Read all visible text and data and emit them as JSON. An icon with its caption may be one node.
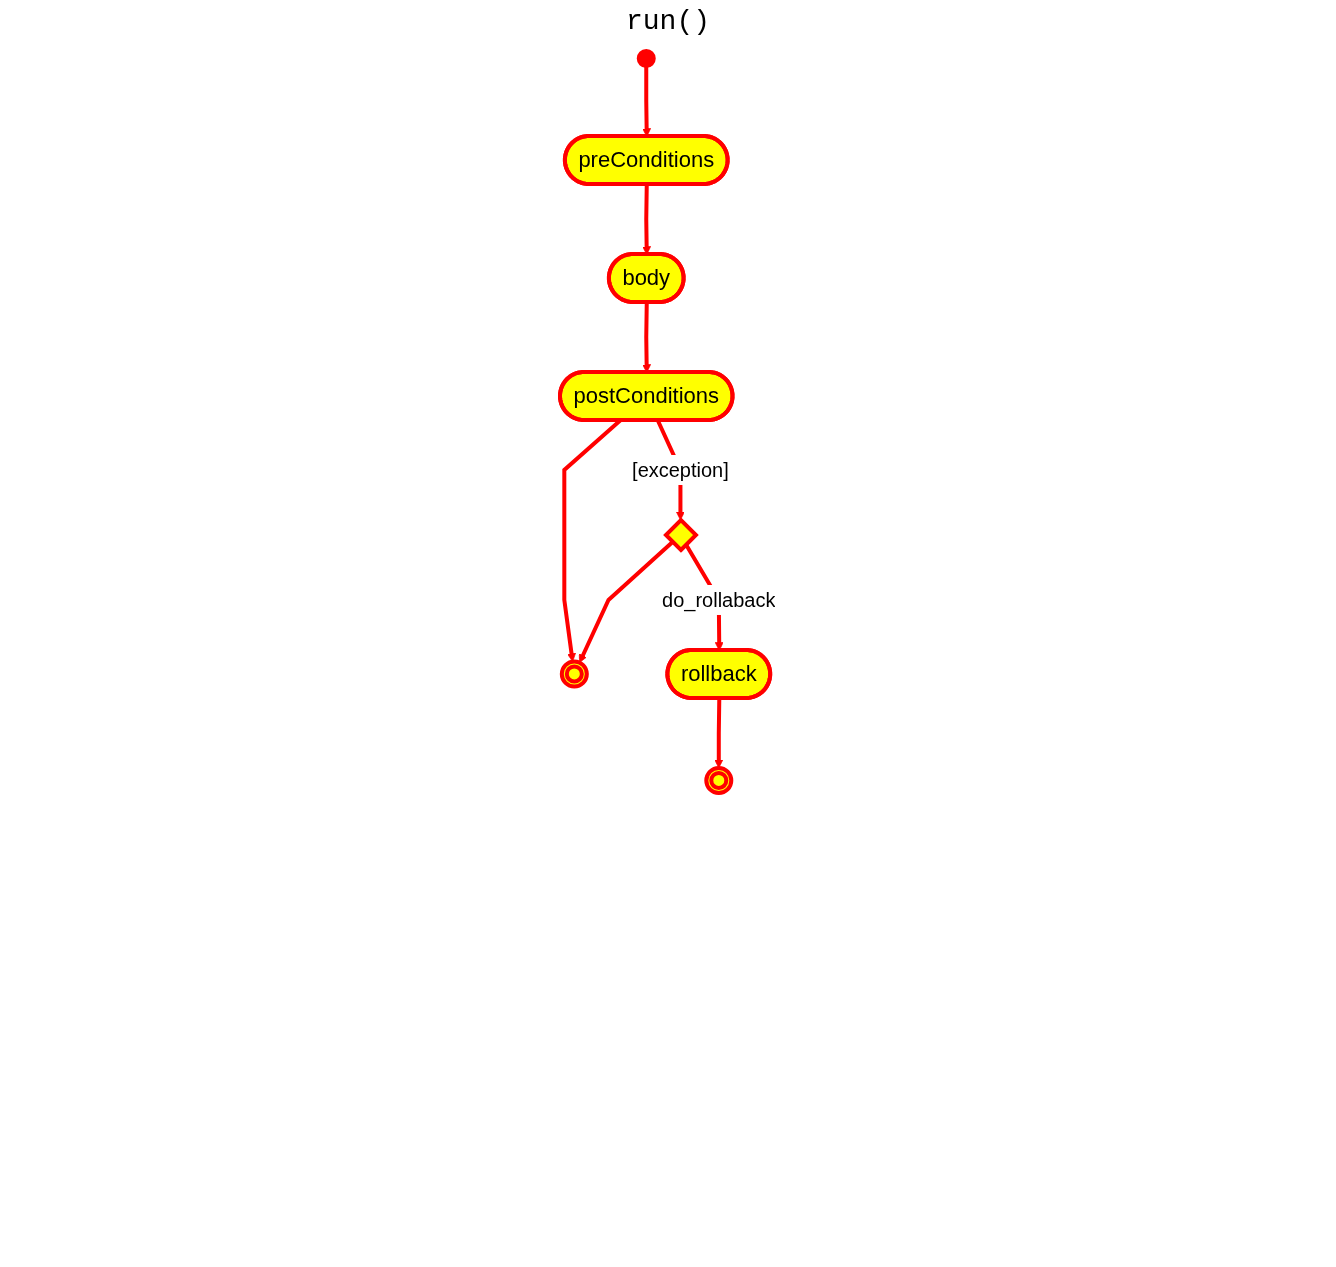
{
  "diagram": {
    "nodes": [
      {
        "text": [],
        "shape": "circle"
      },
      {
        "text": [
          "preConditions"
        ]
      },
      {
        "text": [
          "body"
        ]
      },
      {
        "text": [
          "postConditions"
        ]
      },
      {
        "text": [],
        "shape": "circle"
      },
      {
        "text": [],
        "shape": "diamond"
      },
      {
        "text": [
          "rollback"
        ]
      },
      {
        "text": [],
        "shape": "circle"
      }
    ],
    "edges": [
      {
        "from": 0,
        "to": 1,
        "arrow": "to"
      },
      {
        "from": 1,
        "to": 2,
        "arrow": "to"
      },
      {
        "from": 2,
        "to": 3,
        "arrow": "to"
      },
      {
        "from": 3,
        "to": 4,
        "arrow": "to"
      },
      {
        "from": 3,
        "to": 5,
        "arrow": "to",
        "label": "[exception]"
      },
      {
        "from": 5,
        "to": 4,
        "arrow": "to"
      },
      {
        "from": 5,
        "to": 6,
        "arrow": "to",
        "label": "do_rollaback"
      },
      {
        "from": 6,
        "to": 7,
        "arrow": "to"
      }
    ],
    "labels": [
      "run()"
    ]
  }
}
